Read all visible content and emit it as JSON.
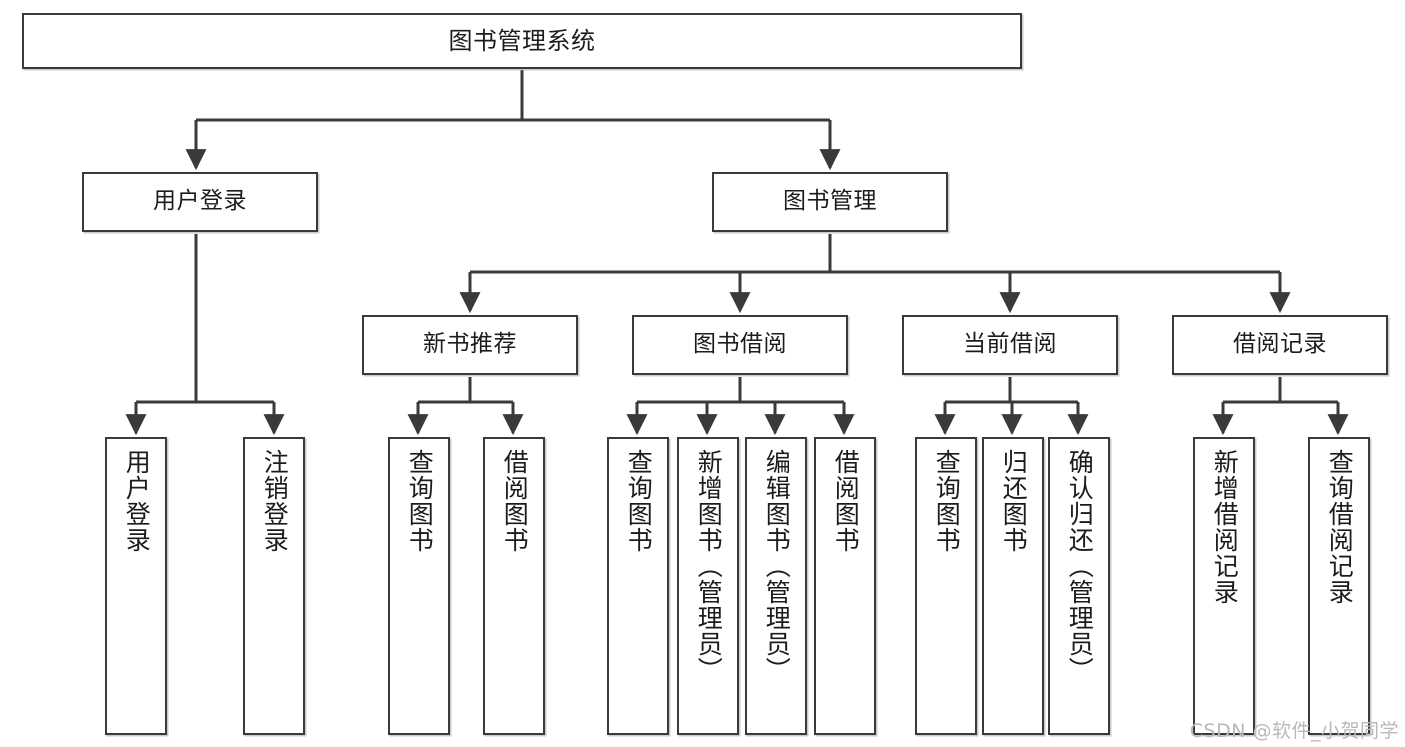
{
  "diagram": {
    "type": "tree",
    "title": "图书管理系统",
    "orientation": "top-down",
    "edge_color": "#3a3a3a",
    "node_border_color": "#3a3a3a",
    "node_fill_color": "#ffffff",
    "text_color": "#1c1c1c"
  },
  "nodes": {
    "root": {
      "label": "图书管理系统"
    },
    "level2": [
      {
        "label": "用户登录"
      },
      {
        "label": "图书管理"
      }
    ],
    "level3": [
      {
        "label": "新书推荐"
      },
      {
        "label": "图书借阅"
      },
      {
        "label": "当前借阅"
      },
      {
        "label": "借阅记录"
      }
    ],
    "login_children": [
      {
        "label": "用户登录"
      },
      {
        "label": "注销登录"
      }
    ],
    "recommend_children": [
      {
        "label": "查询图书"
      },
      {
        "label": "借阅图书"
      }
    ],
    "borrow_children": [
      {
        "label": "查询图书"
      },
      {
        "label": "新增图书（管理员）"
      },
      {
        "label": "编辑图书（管理员）"
      },
      {
        "label": "借阅图书"
      }
    ],
    "current_children": [
      {
        "label": "查询图书"
      },
      {
        "label": "归还图书"
      },
      {
        "label": "确认归还（管理员）"
      }
    ],
    "record_children": [
      {
        "label": "新增借阅记录"
      },
      {
        "label": "查询借阅记录"
      }
    ]
  },
  "watermark": {
    "text": "CSDN @软件_小贺同学"
  }
}
